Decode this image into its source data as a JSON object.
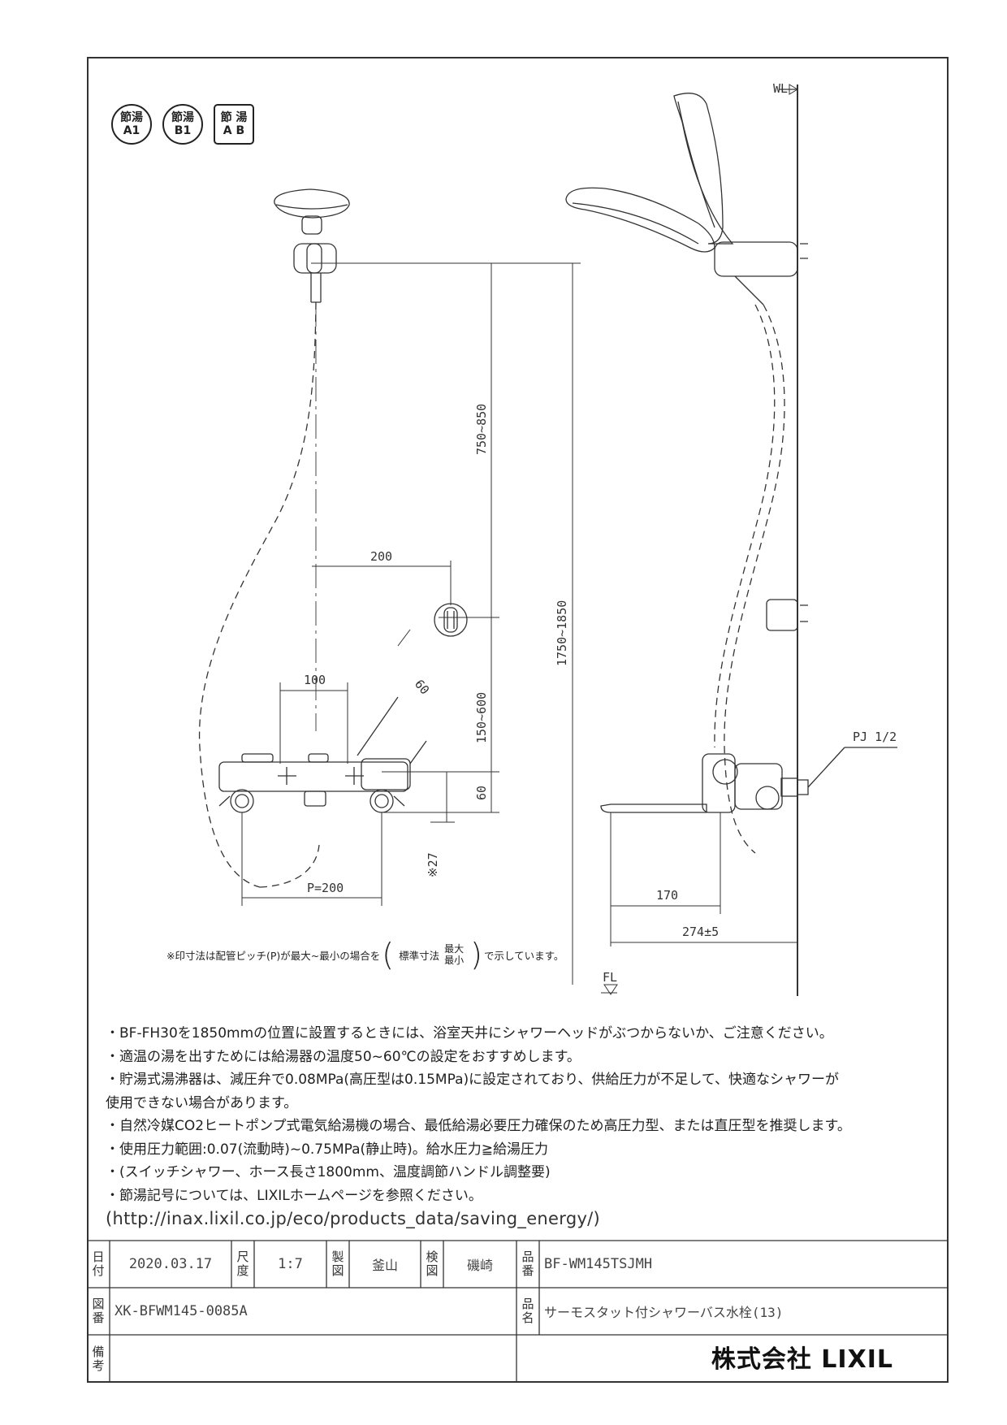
{
  "badges": [
    {
      "line1": "節湯",
      "line2": "A1",
      "shape": "round"
    },
    {
      "line1": "節湯",
      "line2": "B1",
      "shape": "round"
    },
    {
      "line1": "節 湯",
      "line2": "A B",
      "shape": "square"
    }
  ],
  "dimensions": {
    "wl": "WL",
    "fl": "FL",
    "d_750_850": "750~850",
    "d_1750_1850": "1750~1850",
    "d_200": "200",
    "d_100": "100",
    "d_60_angle": "60",
    "d_150_600": "150~600",
    "d_60": "60",
    "d_27": "※27",
    "d_pitch": "P=200",
    "d_170": "170",
    "d_274": "274±5",
    "pj": "PJ 1/2"
  },
  "footnote": {
    "before": "※印寸法は配管ピッチ(P)が最大~最小の場合を",
    "std": "標準寸法",
    "max": "最大",
    "min": "最小",
    "after": "で示しています。"
  },
  "notes": [
    "・BF-FH30を1850mmの位置に設置するときには、浴室天井にシャワーヘッドがぶつからないか、ご注意ください。",
    "・適温の湯を出すためには給湯器の温度50~60℃の設定をおすすめします。",
    "・貯湯式湯沸器は、減圧弁で0.08MPa(高圧型は0.15MPa)に設定されており、供給圧力が不足して、快適なシャワーが",
    "使用できない場合があります。",
    "・自然冷媒CO2ヒートポンプ式電気給湯機の場合、最低給湯必要圧力確保のため高圧力型、または直圧型を推奨します。",
    "・使用圧力範囲:0.07(流動時)~0.75MPa(静止時)。給水圧力≧給湯圧力",
    "・(スイッチシャワー、ホース長さ1800mm、温度調節ハンドル調整要)",
    "・節湯記号については、LIXILホームページを参照ください。"
  ],
  "url": "(http://inax.lixil.co.jp/eco/products_data/saving_energy/)",
  "title_block": {
    "date_label": [
      "日",
      "付"
    ],
    "date": "2020.03.17",
    "scale_label": [
      "尺",
      "度"
    ],
    "scale": "1:7",
    "drafter_label": [
      "製",
      "図"
    ],
    "drafter": "釜山",
    "checker_label": [
      "検",
      "図"
    ],
    "checker": "磯崎",
    "product_no_label": [
      "品",
      "番"
    ],
    "product_no": "BF-WM145TSJMH",
    "drawing_no_label": [
      "図",
      "番"
    ],
    "drawing_no": "XK-BFWM145-0085A",
    "product_name_label": [
      "品",
      "名"
    ],
    "product_name": "サーモスタット付シャワーバス水栓(13)",
    "remarks_label": [
      "備",
      "考"
    ],
    "company": "株式会社 LIXIL"
  }
}
